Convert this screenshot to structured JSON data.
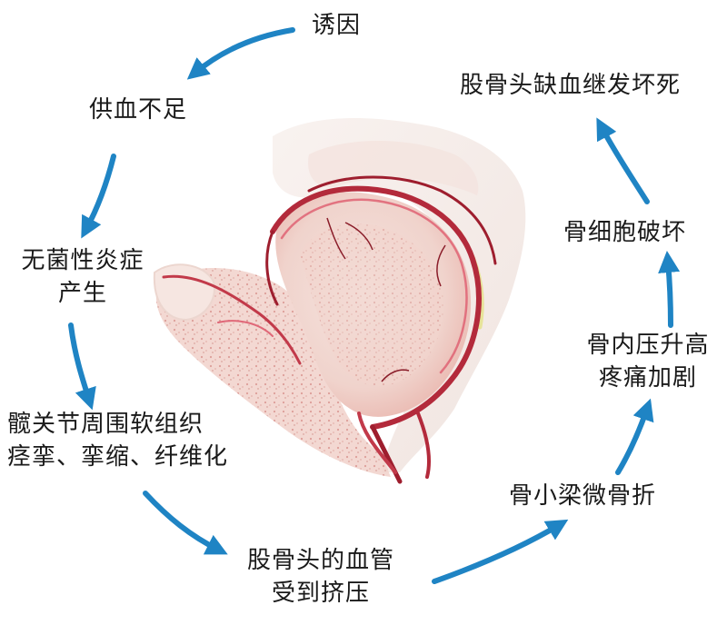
{
  "colors": {
    "arrow": "#1f84c4",
    "bone_outline": "#f1ecea",
    "bone_fill": "#fbf3ef",
    "bone_pink": "#eec3bd",
    "femur_fill": "#f3d9d3",
    "marrow_speckle": "#d99a94",
    "vessel_dark": "#9e1e2e",
    "vessel_mid": "#c23a4a",
    "vessel_light": "#e06878",
    "cartilage": "#e7e39a"
  },
  "labels": {
    "trigger": "诱因",
    "insufficient_blood": "供血不足",
    "inflammation": [
      "无菌性炎症",
      "产生"
    ],
    "soft_tissue": [
      "髋关节周围软组织",
      "痉挛、挛缩、纤维化"
    ],
    "vessel_compression": [
      "股骨头的血管",
      "受到挤压"
    ],
    "trabecular_fracture": "骨小梁微骨折",
    "pressure_pain": [
      "骨内压升高",
      "疼痛加剧"
    ],
    "cell_destruction": "骨细胞破坏",
    "necrosis": "股骨头缺血继发坏死"
  },
  "icons": {
    "cycle_arrows": "curved-arrow-icon"
  }
}
